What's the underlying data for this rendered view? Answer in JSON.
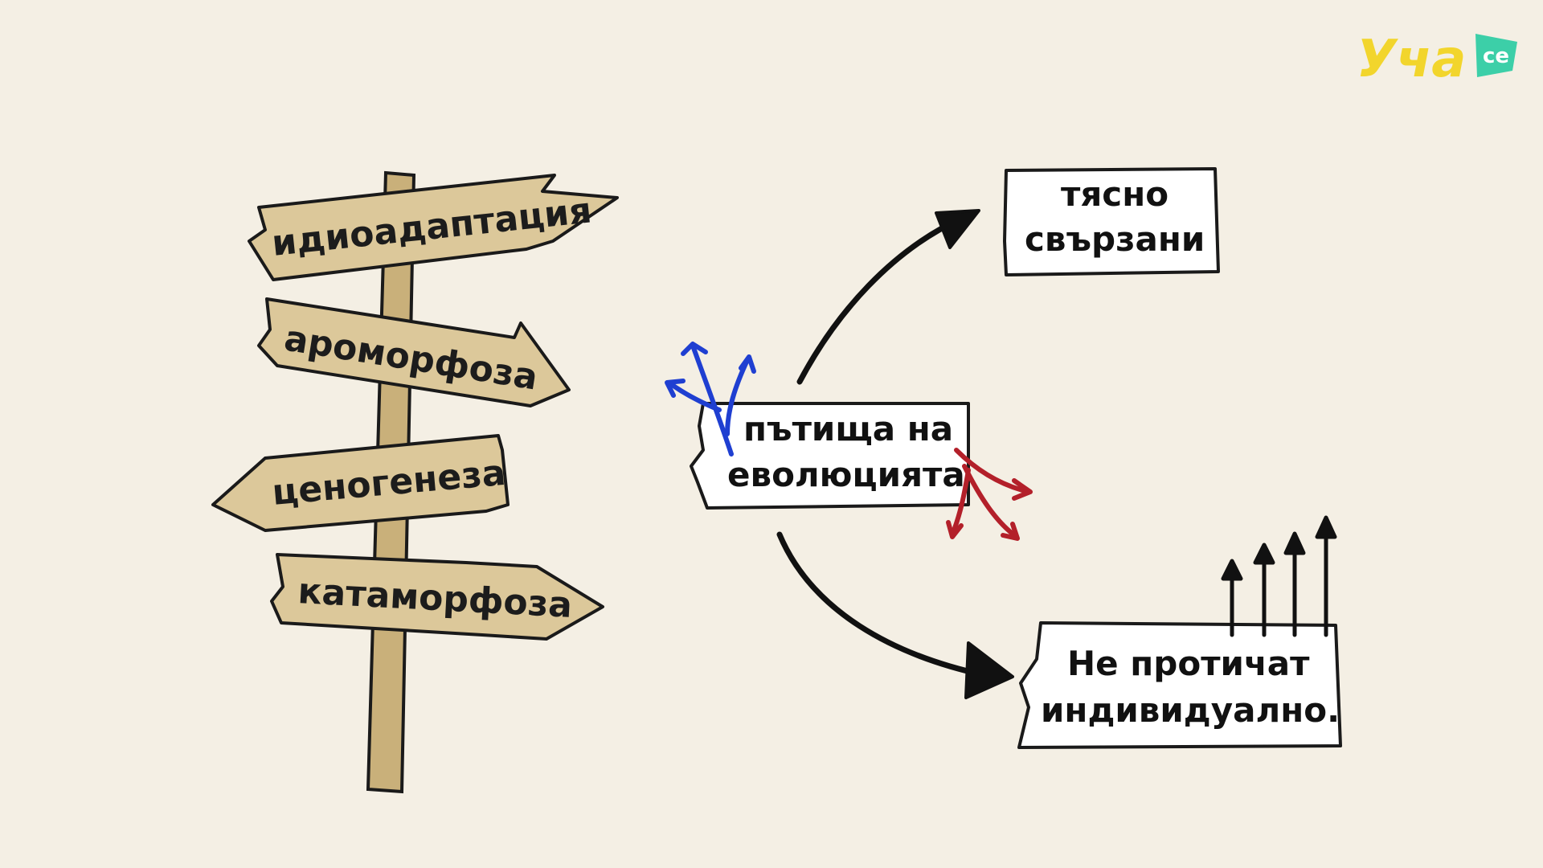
{
  "logo": {
    "main": "Уча",
    "suffix": "се",
    "colors": {
      "main": "#f2d52c",
      "badge": "#3ccfa8"
    }
  },
  "signpost": {
    "signs": [
      {
        "label": "идиоадаптация",
        "direction": "right"
      },
      {
        "label": "ароморфоза",
        "direction": "right"
      },
      {
        "label": "ценогенеза",
        "direction": "left"
      },
      {
        "label": "катаморфоза",
        "direction": "right"
      }
    ],
    "colors": {
      "wood": "#dcc89a",
      "post": "#c9b07a",
      "outline": "#1a1a1a"
    }
  },
  "center": {
    "line1": "пътища на",
    "line2": "еволюцията",
    "arrow_colors": {
      "left": "#1f3fd1",
      "right": "#b3202a"
    }
  },
  "top_box": {
    "line1": "тясно",
    "line2": "свързани"
  },
  "bottom_box": {
    "line1": "Не протичат",
    "line2": "индивидуално."
  }
}
